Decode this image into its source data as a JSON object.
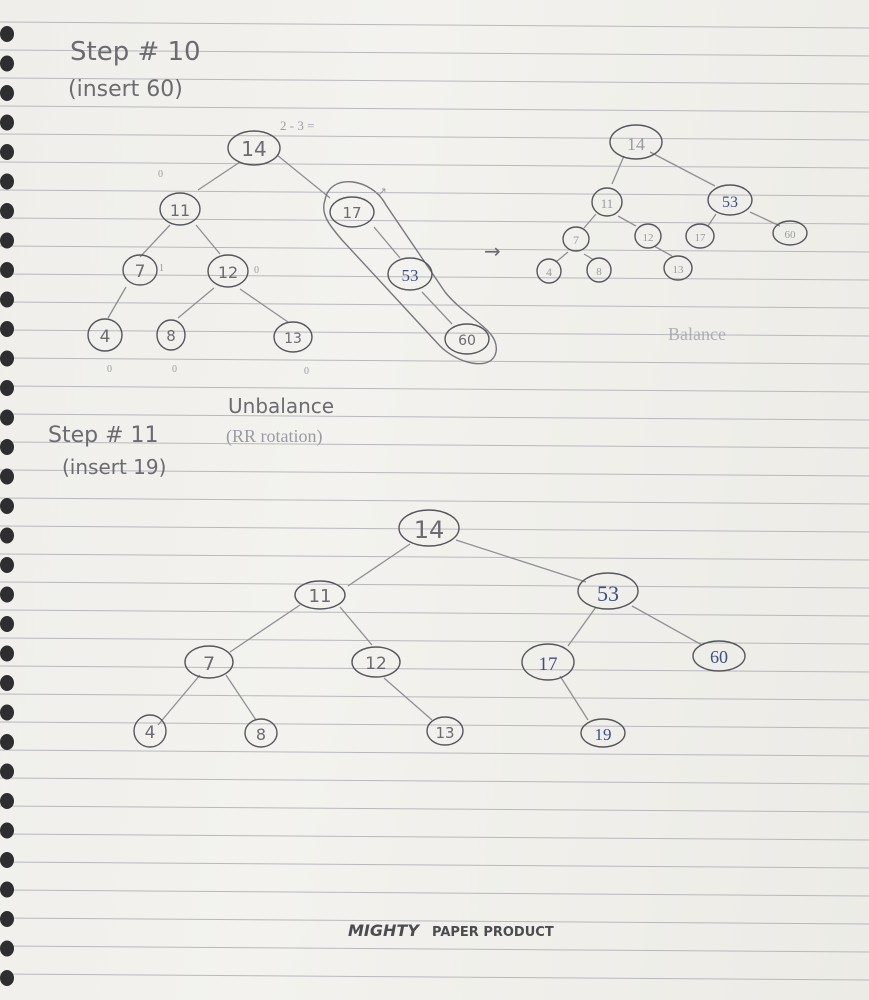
{
  "step10": {
    "title": "Step # 10",
    "subtitle": "(insert 60)",
    "balance_calc": "2 - 3 =",
    "unbalanced_nodes": [
      "14",
      "11",
      "7",
      "12",
      "4",
      "8",
      "13",
      "17",
      "53",
      "60"
    ],
    "balance_factors": [
      "0",
      "1",
      "0",
      "0",
      "0",
      "0"
    ],
    "note_line1": "Unbalance",
    "note_line2": "(RR rotation)",
    "arrow": "→",
    "balanced_nodes": [
      "14",
      "11",
      "53",
      "7",
      "12",
      "17",
      "60",
      "4",
      "8",
      "13"
    ],
    "balanced_label": "Balance"
  },
  "step11": {
    "title": "Step # 11",
    "subtitle": "(insert 19)",
    "nodes": [
      "14",
      "11",
      "53",
      "7",
      "12",
      "17",
      "60",
      "4",
      "8",
      "13",
      "19"
    ]
  },
  "footer": {
    "brand_word": "MIGHTY",
    "brand_rest": "PAPER PRODUCT"
  },
  "colors": {
    "pencil": "#6b6b70",
    "blue_ink": "#3c4f86",
    "paper": "#efeeea",
    "rule_line": "#b9b9bd"
  }
}
